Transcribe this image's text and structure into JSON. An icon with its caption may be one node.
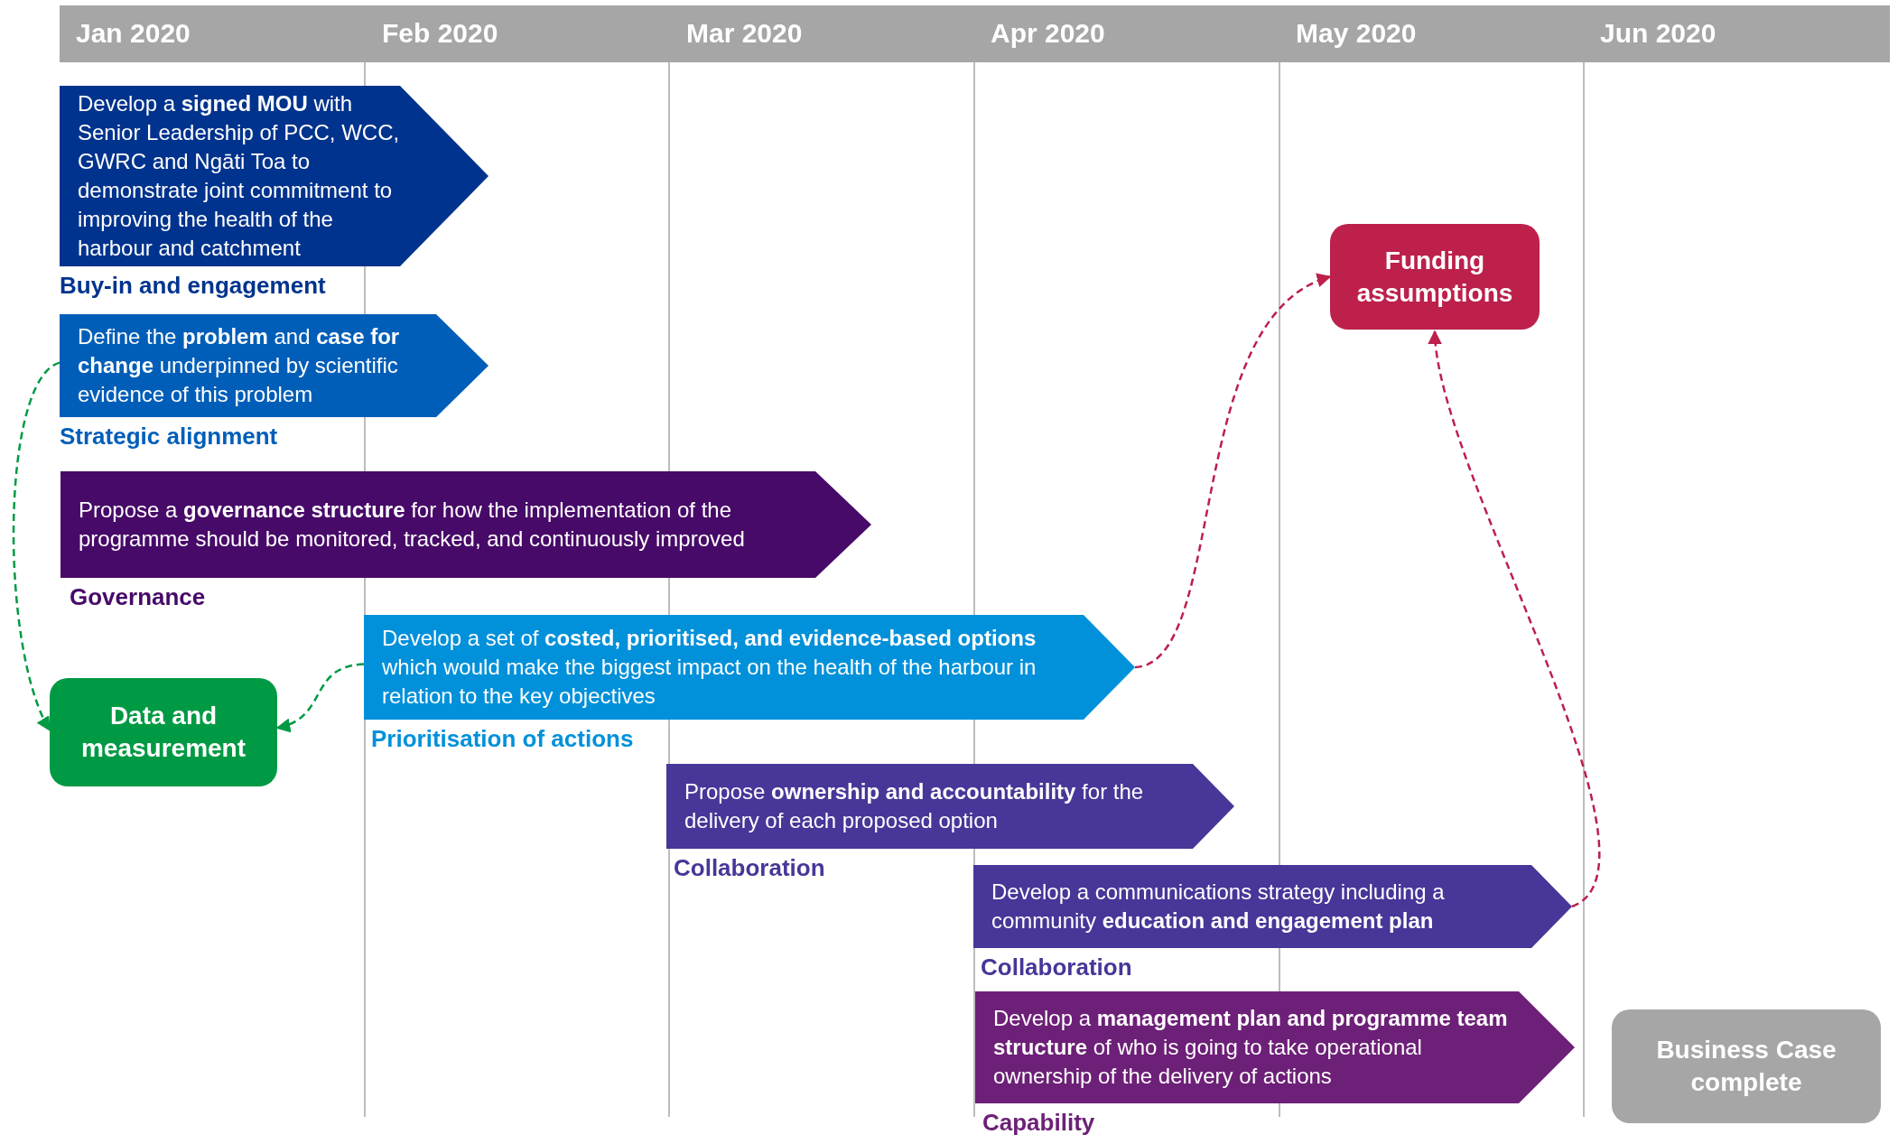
{
  "diagram": {
    "nodes": [
      {
        "text": [
          "Develop a **signed MOU** with Senior Leadership of PCC, WCC, GWRC and Ngāti Toa to demonstrate joint commitment to improving the health of the harbour and catchment"
        ],
        "beside": [
          "Buy-in and engagement"
        ]
      },
      {
        "text": [
          "Define the **problem** and **case for change** underpinned by scientific evidence of this problem"
        ],
        "beside": [
          "Strategic alignment"
        ]
      },
      {
        "text": [
          "Propose a **governance structure** for how the implementation of the programme should be monitored, tracked, and continuously improved"
        ],
        "beside": [
          "Governance"
        ]
      },
      {
        "text": [
          "Develop a set of **costed, prioritised, and evidence-based options** which would make the biggest impact on the health of the harbour in relation to the key objectives"
        ],
        "beside": [
          "Prioritisation of actions"
        ]
      },
      {
        "text": [
          "Data and measurement"
        ]
      },
      {
        "text": [
          "Propose **ownership and accountability** for the delivery of each proposed option"
        ],
        "beside": [
          "Collaboration"
        ]
      },
      {
        "text": [
          "Develop a communications strategy including a community **education and engagement plan**"
        ],
        "beside": [
          "Collaboration"
        ]
      },
      {
        "text": [
          "Develop a **management plan and programme team structure** of who is going to take operational ownership of the delivery of actions"
        ],
        "beside": [
          "Capability"
        ]
      },
      {
        "text": [
          "Funding assumptions"
        ]
      },
      {
        "text": [
          "Business Case complete"
        ]
      }
    ],
    "edges": [
      {
        "from": 1,
        "to": 4,
        "arrow": "to",
        "style": "dashed",
        "color": "#009a44"
      },
      {
        "from": 3,
        "to": 4,
        "arrow": "to",
        "style": "dashed",
        "color": "#009a44"
      },
      {
        "from": 3,
        "to": 8,
        "arrow": "to",
        "style": "dashed",
        "color": "#bc204b"
      },
      {
        "from": 6,
        "to": 8,
        "arrow": "to",
        "style": "dashed",
        "color": "#bc204b"
      }
    ],
    "labels": [
      "Jan 2020",
      "Feb 2020",
      "Mar 2020",
      "Apr 2020",
      "May 2020",
      "Jun 2020"
    ]
  }
}
